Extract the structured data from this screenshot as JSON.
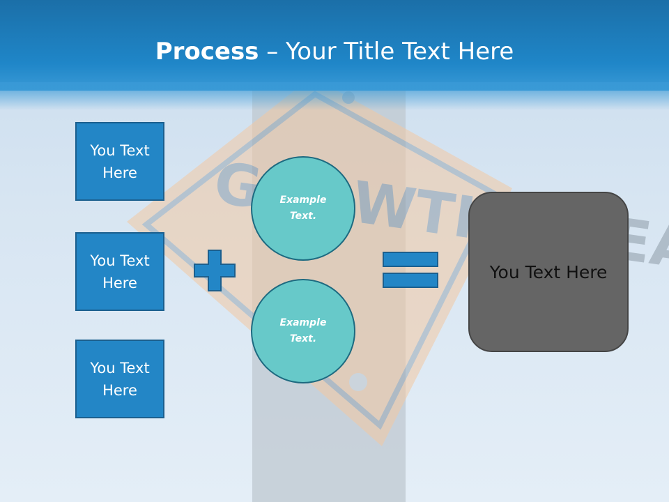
{
  "slide": {
    "title_bold": "Process",
    "title_rest": " – Your Title Text Here",
    "side_boxes": [
      {
        "label": "You Text\nHere"
      },
      {
        "label": "You Text\nHere"
      },
      {
        "label": "You Text\nHere"
      }
    ],
    "circles": [
      {
        "label": "Example Text."
      },
      {
        "label": "Example Text."
      }
    ],
    "result_label": "You Text Here",
    "operators": {
      "plus": "plus-icon",
      "equals": "equals-icon"
    },
    "background_sign": "GROWTH AHEAD",
    "colors": {
      "header": "#1f86c8",
      "box": "#2386c6",
      "circle": "#67c9c9",
      "result": "#656565"
    }
  }
}
